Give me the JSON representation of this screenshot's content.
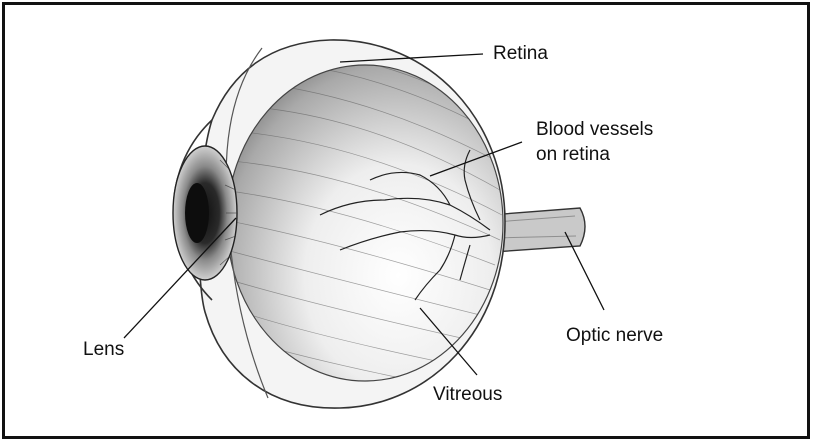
{
  "labels": {
    "retina": "Retina",
    "blood_vessels_line1": "Blood vessels",
    "blood_vessels_line2": "on retina",
    "optic_nerve": "Optic nerve",
    "lens": "Lens",
    "vitreous": "Vitreous"
  }
}
